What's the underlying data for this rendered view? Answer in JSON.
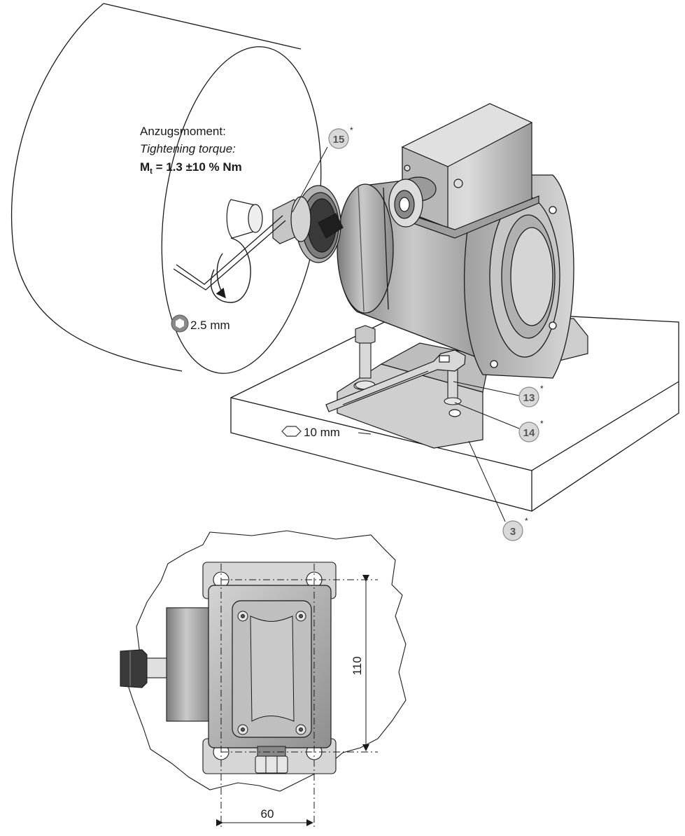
{
  "annotation": {
    "torque_heading": "Anzugsmoment:",
    "torque_heading_en": "Tightening torque:",
    "torque_symbol": "M",
    "torque_subscript": "t",
    "torque_value": " = 1.3 ±10 % Nm"
  },
  "tools": {
    "hex_key_size": "2.5 mm",
    "wrench_size": "10 mm"
  },
  "callouts": [
    {
      "number": "15",
      "star": "*"
    },
    {
      "number": "13",
      "star": "*"
    },
    {
      "number": "14",
      "star": "*"
    },
    {
      "number": "3",
      "star": "*"
    }
  ],
  "dimensions": {
    "height": "110",
    "width": "60"
  },
  "colors": {
    "line": "#1a1a1a",
    "metal_light": "#c8c8c8",
    "metal_mid": "#9a9a9a",
    "metal_dark": "#6e6e6e",
    "callout_fill": "#d9d9d9"
  }
}
